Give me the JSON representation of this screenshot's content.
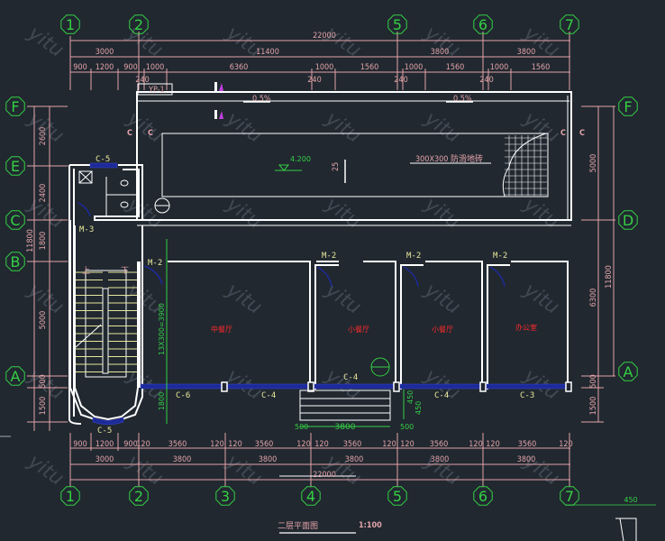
{
  "drawing": {
    "title": "二层平面图",
    "scale": "1:100",
    "watermark": "yitu",
    "colors": {
      "background": "#212830",
      "wall": "#ffffff",
      "dimension": "#e3a3a8",
      "axis_bubble": "#34d044",
      "window": "#1d2a9a",
      "label_yellow": "#e8e89a",
      "room_label": "#ff2a2a",
      "section_mark": "#c040e0"
    }
  },
  "axes": {
    "vertical": [
      "1",
      "2",
      "3",
      "4",
      "5",
      "6",
      "7"
    ],
    "horizontal_left": [
      "F",
      "E",
      "C",
      "B",
      "A"
    ],
    "horizontal_right": [
      "F",
      "D",
      "A"
    ]
  },
  "top_dimensions": {
    "overall": "22000",
    "bays": [
      "3000",
      "11400",
      "3800",
      "3800"
    ],
    "detail": [
      "900",
      "1200",
      "900",
      "1000",
      "6360",
      "1000",
      "1560",
      "1000",
      "1560",
      "1000",
      "1560"
    ],
    "wall_thickness": [
      "240",
      "240",
      "240",
      "240"
    ]
  },
  "bottom_dimensions": {
    "overall": "22000",
    "bays": [
      "3000",
      "3800",
      "3800",
      "3800",
      "3800",
      "3800"
    ],
    "detail": [
      "900",
      "1200",
      "900",
      "120",
      "3560",
      "120",
      "120",
      "3560",
      "120",
      "120",
      "3560",
      "120",
      "120",
      "3560",
      "120",
      "120",
      "3560",
      "120"
    ]
  },
  "left_dimensions": {
    "segments": [
      "2600",
      "2400",
      "1800",
      "5000",
      "500",
      "1500"
    ],
    "overall": "11800"
  },
  "right_dimensions": {
    "segments": [
      "5000",
      "6300",
      "500",
      "1500"
    ],
    "overall": "11800"
  },
  "rooms": [
    {
      "name": "中餐厅"
    },
    {
      "name": "小餐厅"
    },
    {
      "name": "小餐厅"
    },
    {
      "name": "办公室"
    }
  ],
  "doors": [
    "M-3",
    "M-2",
    "M-2",
    "M-2",
    "M-2"
  ],
  "windows": [
    "C-5",
    "C-5",
    "C-6",
    "C-4",
    "C-4",
    "C-4",
    "C-3"
  ],
  "annotations": {
    "roof_slope_1": "0.5%",
    "roof_slope_2": "0.5%",
    "elevation": "4.200",
    "tile_note": "300X300 防滑地砖",
    "rain_pipe": "YP-1",
    "stair_up": "上",
    "stair_down": "下",
    "stair_dim": "13X300=3900",
    "stair_side": "1800",
    "drain": "25",
    "section_mark": "C",
    "steps_width": "3800",
    "steps_side_left": "500",
    "steps_side_right": "500",
    "steps_rise_1": "450",
    "steps_rise_2": "450",
    "detail_width": "450"
  }
}
